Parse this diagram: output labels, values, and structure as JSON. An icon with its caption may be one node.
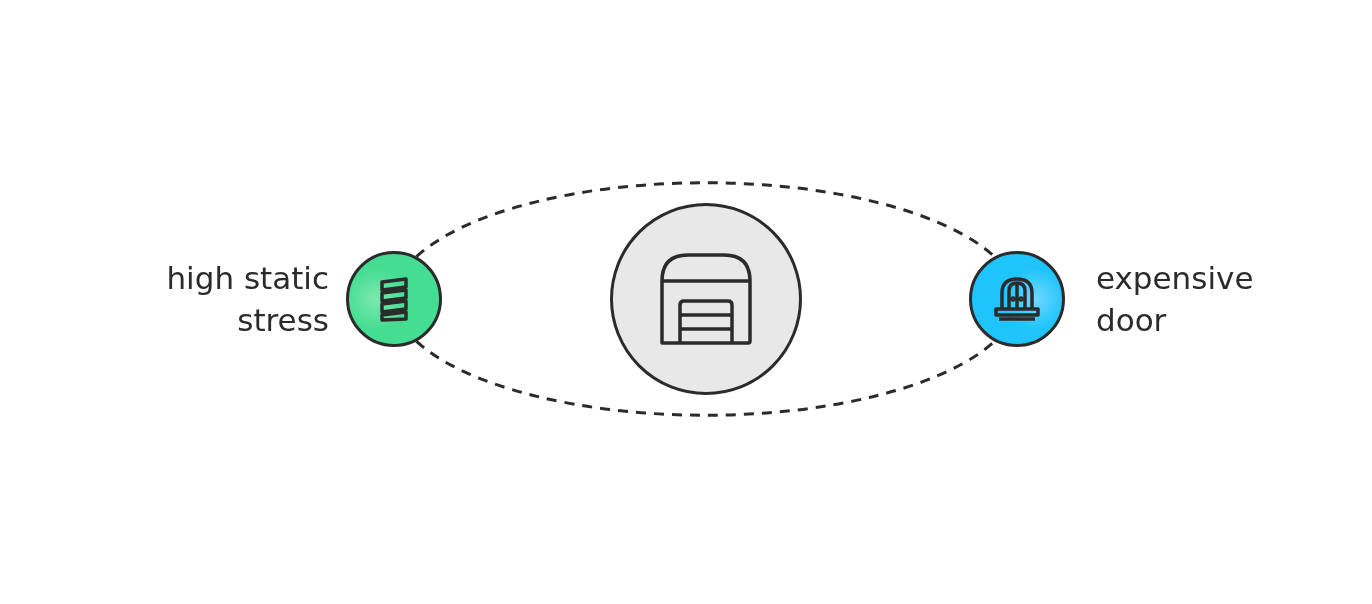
{
  "diagram": {
    "nodes": [
      {
        "text": [],
        "shape": "circle",
        "beside": [
          "high static stress"
        ]
      },
      {
        "text": [],
        "shape": "circle"
      },
      {
        "text": [],
        "shape": "circle",
        "beside": [
          "expensive door"
        ]
      }
    ],
    "edges": [
      {
        "from": 0,
        "to": 2,
        "arrow": "none",
        "style": "dashed"
      },
      {
        "from": 0,
        "to": 2,
        "arrow": "none",
        "style": "dashed"
      }
    ]
  }
}
